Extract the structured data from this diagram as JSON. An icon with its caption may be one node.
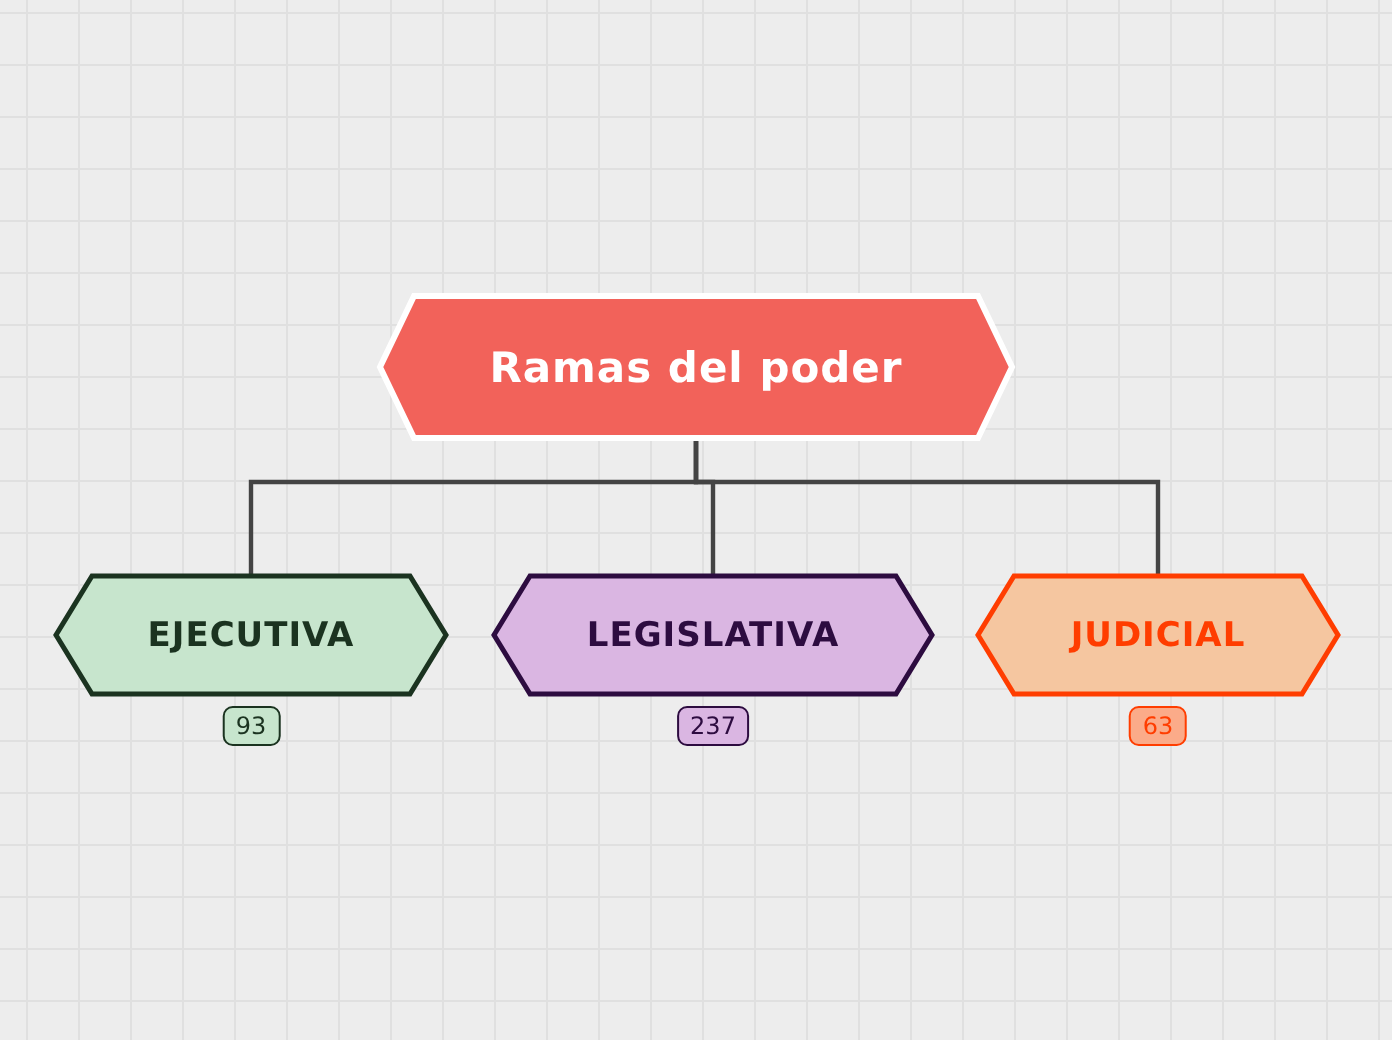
{
  "diagram": {
    "nodes": [
      {
        "text": [
          "Ramas del poder"
        ]
      },
      {
        "text": [
          "EJECUTIVA"
        ],
        "beside": [
          "93"
        ]
      },
      {
        "text": [
          "LEGISLATIVA"
        ],
        "beside": [
          "237"
        ]
      },
      {
        "text": [
          "JUDICIAL"
        ],
        "beside": [
          "63"
        ]
      }
    ],
    "edges": [
      {
        "from": 0,
        "to": 1,
        "arrow": "none"
      },
      {
        "from": 0,
        "to": 2,
        "arrow": "none"
      },
      {
        "from": 0,
        "to": 3,
        "arrow": "none"
      }
    ]
  }
}
